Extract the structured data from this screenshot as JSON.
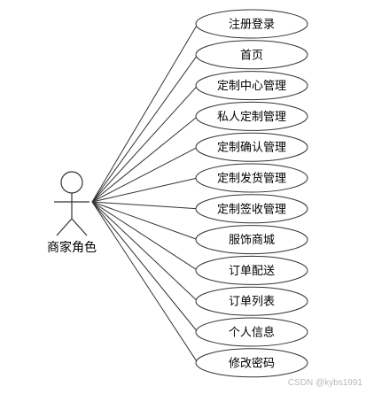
{
  "actor": {
    "label": "商家角色"
  },
  "use_cases": [
    {
      "label": "注册登录"
    },
    {
      "label": "首页"
    },
    {
      "label": "定制中心管理"
    },
    {
      "label": "私人定制管理"
    },
    {
      "label": "定制确认管理"
    },
    {
      "label": "定制发货管理"
    },
    {
      "label": "定制签收管理"
    },
    {
      "label": "服饰商城"
    },
    {
      "label": "订单配送"
    },
    {
      "label": "订单列表"
    },
    {
      "label": "个人信息"
    },
    {
      "label": "修改密码"
    }
  ],
  "watermark": "CSDN @kybs1991"
}
